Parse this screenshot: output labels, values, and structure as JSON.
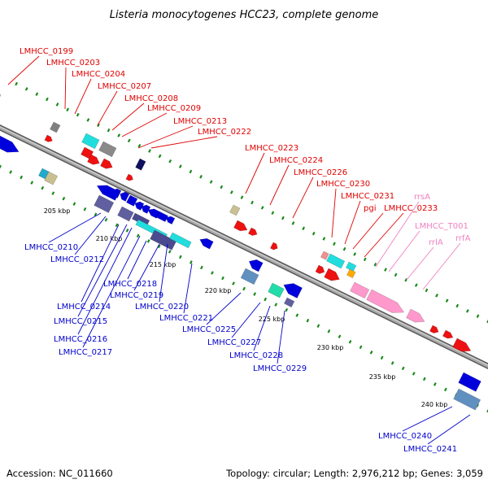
{
  "title": "Listeria monocytogenes HCC23, complete genome",
  "footer": {
    "accession": "Accession: NC_011660",
    "summary": "Topology: circular; Length: 2,976,212 bp; Genes: 3,059"
  },
  "colors": {
    "forward_label": "#e00000",
    "reverse_label": "#0000cc",
    "rna_label": "#f080c0",
    "backbone": "#8c8c8c",
    "dots": "#1a8a1a"
  },
  "ticks": [
    "205 kbp",
    "210 kbp",
    "215 kbp",
    "220 kbp",
    "225 kbp",
    "230 kbp",
    "235 kbp",
    "240 kbp"
  ],
  "forward_genes": [
    "LMHCC_0199",
    "LMHCC_0203",
    "LMHCC_0204",
    "LMHCC_0207",
    "LMHCC_0208",
    "LMHCC_0209",
    "LMHCC_0213",
    "LMHCC_0222",
    "LMHCC_0223",
    "LMHCC_0224",
    "LMHCC_0226",
    "LMHCC_0230",
    "LMHCC_0231",
    "pgi",
    "LMHCC_0233"
  ],
  "reverse_genes": [
    "LMHCC_0210",
    "LMHCC_0212",
    "LMHCC_0218",
    "LMHCC_0219",
    "LMHCC_0214",
    "LMHCC_0220",
    "LMHCC_0215",
    "LMHCC_0221",
    "LMHCC_0216",
    "LMHCC_0217",
    "LMHCC_0225",
    "LMHCC_0227",
    "LMHCC_0228",
    "LMHCC_0229",
    "LMHCC_0240",
    "LMHCC_0241"
  ],
  "rna_genes": [
    "rrsA",
    "LMHCC_T001",
    "rrlA",
    "rrfA"
  ]
}
